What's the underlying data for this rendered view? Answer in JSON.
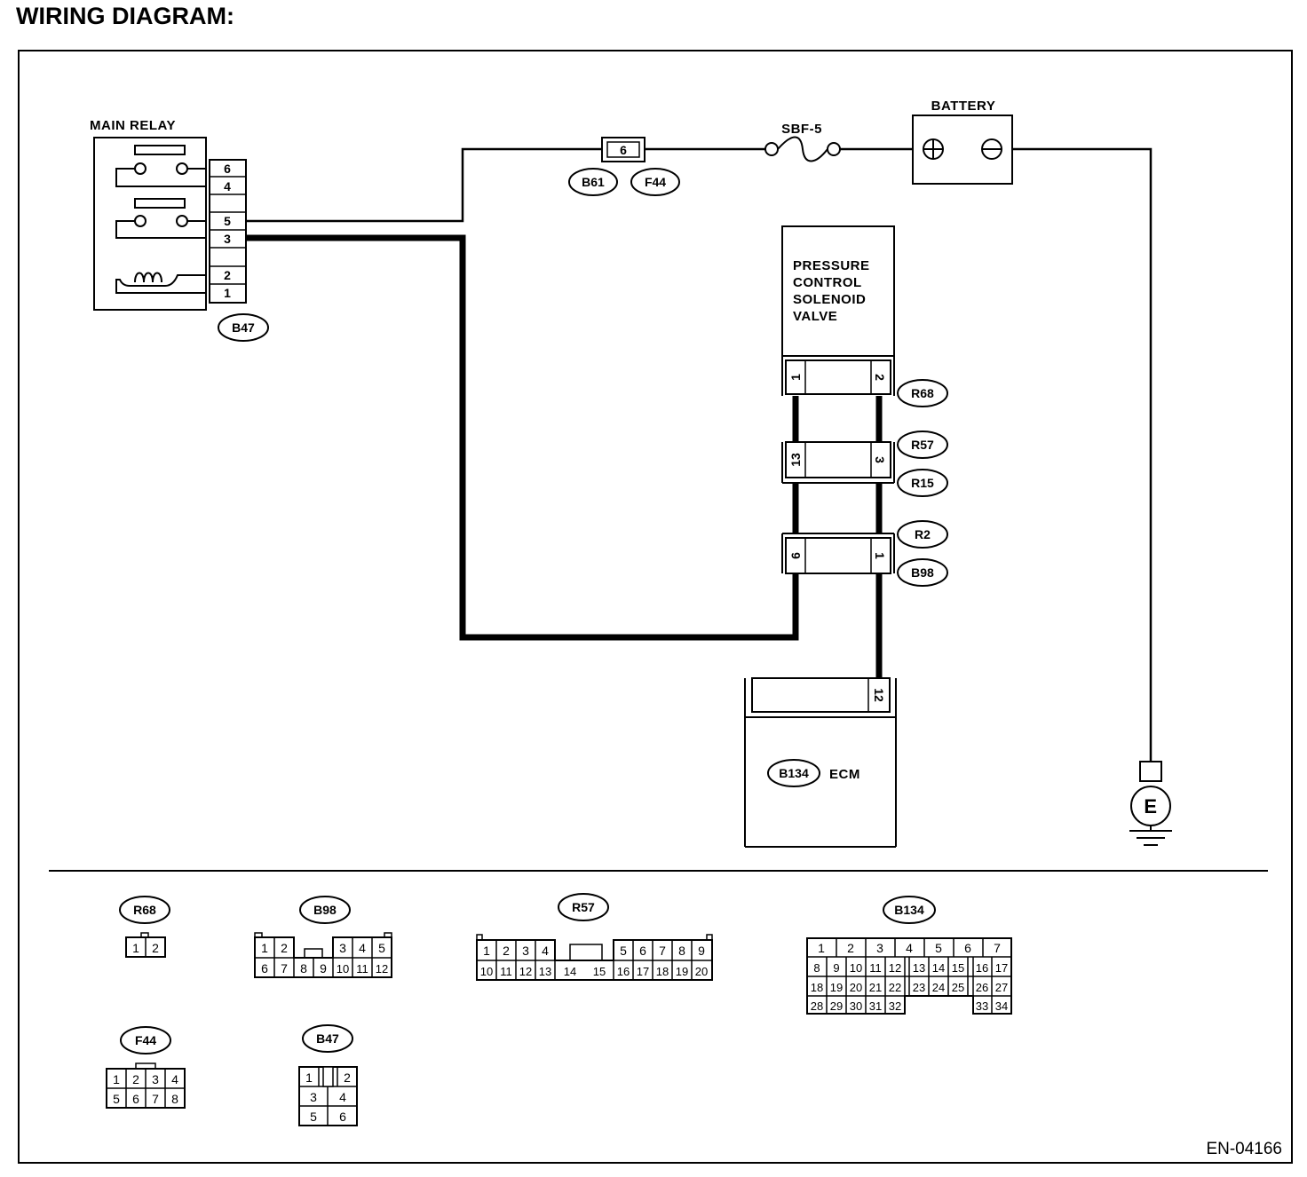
{
  "title": "WIRING DIAGRAM:",
  "figure_code": "EN-04166",
  "components": {
    "main_relay": "MAIN RELAY",
    "battery": "BATTERY",
    "fuse": "SBF-5",
    "solenoid": [
      "PRESSURE",
      "CONTROL",
      "SOLENOID",
      "VALVE"
    ],
    "ecm": "ECM",
    "ground": "E"
  },
  "main_relay_pins": [
    "6",
    "4",
    "5",
    "3",
    "2",
    "1"
  ],
  "fuse_terminal": "6",
  "solenoid_pins": [
    "1",
    "2"
  ],
  "mid_pins": [
    "13",
    "3"
  ],
  "lower_pins": [
    "6",
    "1"
  ],
  "ecm_pin": "12",
  "connectors": {
    "B47": "B47",
    "B61": "B61",
    "F44": "F44",
    "R68": "R68",
    "R57": "R57",
    "R15": "R15",
    "R2": "R2",
    "B98": "B98",
    "B134": "B134"
  },
  "legend": {
    "R68": {
      "name": "R68",
      "rows": [
        [
          "1",
          "2"
        ]
      ]
    },
    "B98": {
      "name": "B98",
      "top_left": [
        "1",
        "2"
      ],
      "top_right": [
        "3",
        "4",
        "5"
      ],
      "bottom": [
        "6",
        "7",
        "8",
        "9",
        "10",
        "11",
        "12"
      ]
    },
    "R57": {
      "name": "R57",
      "top_left": [
        "1",
        "2",
        "3",
        "4"
      ],
      "top_right": [
        "5",
        "6",
        "7",
        "8",
        "9"
      ],
      "bottom": [
        "10",
        "11",
        "12",
        "13",
        "14",
        "15",
        "16",
        "17",
        "18",
        "19",
        "20"
      ]
    },
    "B134": {
      "name": "B134",
      "row1": [
        "1",
        "2",
        "3",
        "4",
        "5",
        "6",
        "7"
      ],
      "row2": [
        "8",
        "9",
        "10",
        "11",
        "12",
        "13",
        "14",
        "15",
        "16",
        "17"
      ],
      "row3": [
        "18",
        "19",
        "20",
        "21",
        "22",
        "23",
        "24",
        "25",
        "26",
        "27"
      ],
      "row4_left": [
        "28",
        "29",
        "30",
        "31",
        "32"
      ],
      "row4_right": [
        "33",
        "34"
      ]
    },
    "F44": {
      "name": "F44",
      "rows": [
        [
          "1",
          "2",
          "3",
          "4"
        ],
        [
          "5",
          "6",
          "7",
          "8"
        ]
      ]
    },
    "B47": {
      "name": "B47",
      "top": [
        "1",
        "2"
      ],
      "rows": [
        [
          "3",
          "4"
        ],
        [
          "5",
          "6"
        ]
      ]
    }
  }
}
